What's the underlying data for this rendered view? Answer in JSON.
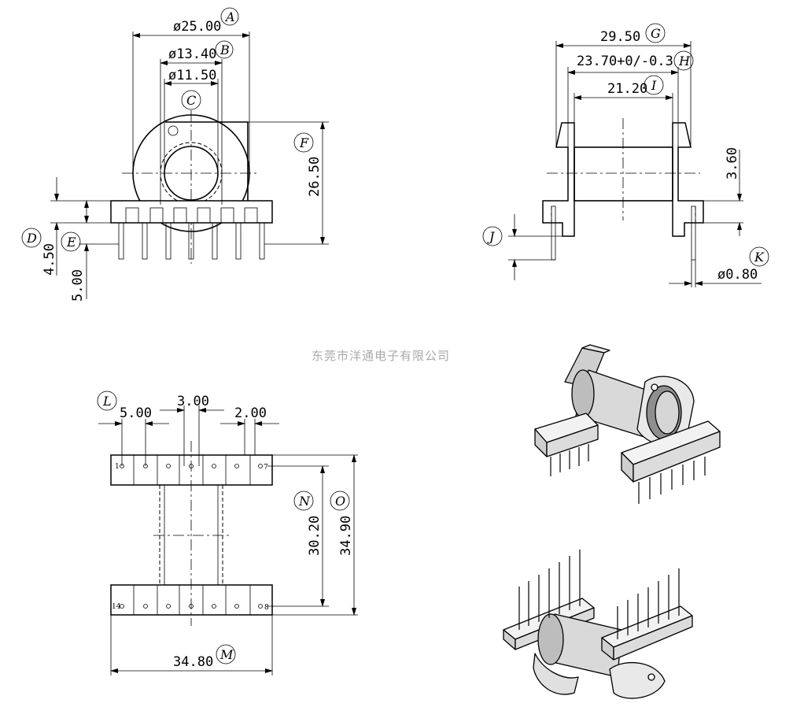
{
  "front_view": {
    "dims": {
      "a": "ø25.00",
      "b": "ø13.40",
      "c": "ø11.50",
      "f": "26.50",
      "d": "4.50",
      "e": "5.00"
    },
    "callouts": {
      "a": "A",
      "b": "B",
      "c": "C",
      "d": "D",
      "e": "E",
      "f": "F"
    }
  },
  "side_view": {
    "dims": {
      "g": "29.50",
      "h": "23.70+0/-0.3",
      "i": "21.20",
      "height": "3.60",
      "k": "ø0.80"
    },
    "callouts": {
      "g": "G",
      "h": "H",
      "i": "I",
      "j": "J",
      "k": "K"
    }
  },
  "watermark": "东莞市洋通电子有限公司",
  "top_view": {
    "dims": {
      "l": "5.00",
      "pin_pitch": "3.00",
      "gap": "2.00",
      "n": "30.20",
      "o": "34.90",
      "m": "34.80"
    },
    "callouts": {
      "l": "L",
      "m": "M",
      "n": "N",
      "o": "O"
    },
    "pin_numbers": {
      "p1": "1",
      "p7": "7",
      "p8": "8",
      "p14": "14"
    }
  }
}
